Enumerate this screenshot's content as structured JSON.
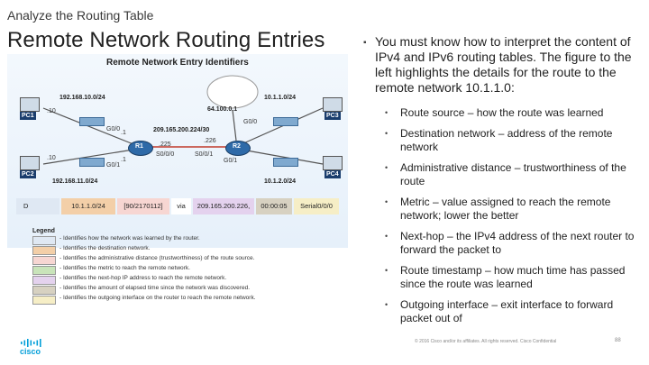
{
  "header": {
    "supertitle": "Analyze the Routing Table",
    "title": "Remote Network Routing Entries"
  },
  "figure": {
    "title": "Remote Network Entry Identifiers",
    "networks": {
      "n1": "192.168.10.0/24",
      "n2": "10.1.1.0/24",
      "n3": "192.168.11.0/24",
      "n4": "10.1.2.0/24",
      "n5": "64.100.0.1",
      "n6": "209.165.200.224/30"
    },
    "ports": {
      "r1_g00": "G0/0",
      "r1_g01": "G0/1",
      "r1_s000": "S0/0/0",
      "r2_g00": "G0/0",
      "r2_g01": "G0/1",
      "r2_s001": "S0/0/1",
      "dot10_a": ".10",
      "dot10_b": ".10",
      "dot1_a": ".1",
      "dot1_b": ".1",
      "dot225": ".225",
      "dot226": ".226"
    },
    "devices": {
      "pc1": "PC1",
      "pc2": "PC2",
      "pc3": "PC3",
      "pc4": "PC4",
      "r1": "R1",
      "r2": "R2"
    },
    "route_entry": {
      "source": "D",
      "destination": "10.1.1.0/24",
      "ad_metric": "[90/2170112]",
      "via": "via",
      "next_hop": "209.165.200.226,",
      "timestamp": "00:00:05",
      "interface": "Serial0/0/0"
    },
    "legend": {
      "title": "Legend",
      "items": [
        {
          "text": "- Identifies how the network was learned by the router.",
          "color": "#dfe8f3"
        },
        {
          "text": "- Identifies the destination network.",
          "color": "#f3cfa8"
        },
        {
          "text": "- Identifies the administrative distance (trustworthiness) of the route source.",
          "color": "#f7d6d2"
        },
        {
          "text": "- Identifies the metric to reach the remote network.",
          "color": "#c9e4ba"
        },
        {
          "text": "- Identifies the next-hop IP address to reach the remote network.",
          "color": "#e4d2ee"
        },
        {
          "text": "- Identifies the amount of elapsed time since the network was discovered.",
          "color": "#d7d1c1"
        },
        {
          "text": "- Identifies the outgoing interface on the router to reach the remote network.",
          "color": "#f6eec6"
        }
      ]
    }
  },
  "content": {
    "intro": "You must know how to interpret the content of IPv4 and IPv6 routing tables. The figure to the left highlights the details for the route to the remote network 10.1.1.0:",
    "items": [
      "Route source – how the route was learned",
      "Destination network – address of the remote network",
      "Administrative distance – trustworthiness of the route",
      "Metric – value assigned to reach the remote network; lower the better",
      "Next-hop – the IPv4 address of the next router to forward the packet to",
      "Route timestamp – how much time has passed since the route was learned",
      "Outgoing interface – exit interface to forward packet out of"
    ]
  },
  "footer": {
    "copyright": "© 2016 Cisco and/or its affiliates. All rights reserved. Cisco Confidential",
    "page": "88",
    "logo": "cisco"
  },
  "colors": {
    "cisco_blue": "#049fd9",
    "router_blue": "#2e6aa8"
  }
}
